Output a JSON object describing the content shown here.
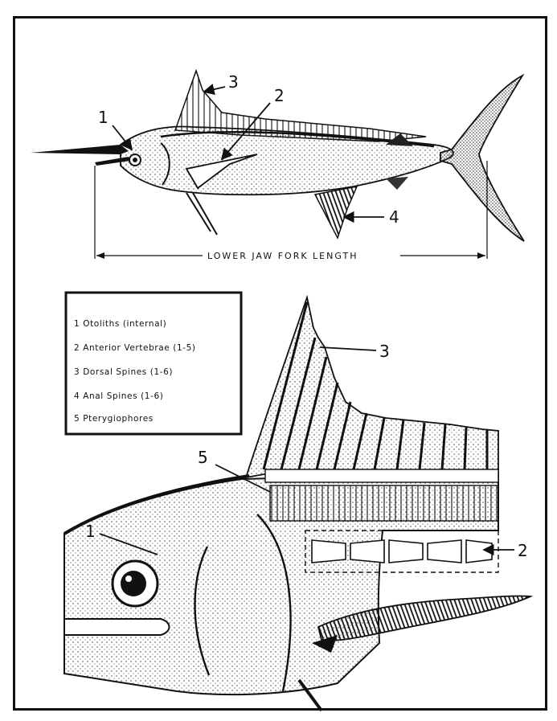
{
  "diagram": {
    "top_callouts": {
      "otoliths": "1",
      "vertebrae": "2",
      "dorsal_spines": "3",
      "anal_spines": "4"
    },
    "measurement_label": "LOWER JAW FORK LENGTH",
    "legend": {
      "items": [
        "1 Otoliths (internal)",
        "2 Anterior Vertebrae (1-5)",
        "3 Dorsal Spines (1-6)",
        "4 Anal Spines (1-6)",
        "5 Pterygiophores"
      ]
    },
    "detail_callouts": {
      "otoliths": "1",
      "vertebrae": "2",
      "dorsal_spines": "3",
      "pterygiophores": "5"
    },
    "colors": {
      "ink": "#111111",
      "paper": "#ffffff",
      "shade": "#8a8a8a"
    }
  }
}
